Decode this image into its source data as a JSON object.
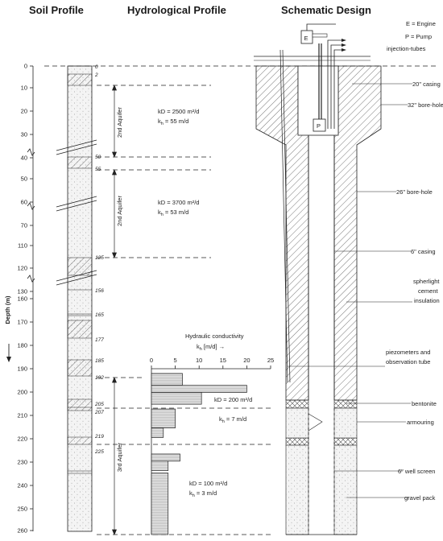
{
  "headers": {
    "soil": "Soil Profile",
    "hydro": "Hydrological Profile",
    "schematic": "Schematic Design"
  },
  "axis": {
    "label": "Depth (m)",
    "ticks": [
      "0",
      "10",
      "20",
      "30",
      "40",
      "50",
      "60",
      "70",
      "110",
      "120",
      "130",
      "160",
      "170",
      "180",
      "190",
      "200",
      "210",
      "220",
      "230",
      "240",
      "250",
      "260"
    ]
  },
  "soil_boundaries": [
    "0",
    "2",
    "50",
    "55",
    "125",
    "156",
    "165",
    "177",
    "185",
    "192",
    "205",
    "207",
    "219",
    "225"
  ],
  "aquifers": [
    {
      "name": "2nd Aquifer",
      "kd": "kD = 2500 m²/d",
      "kh_pre": "k",
      "kh_sub": "h",
      "kh_post": " = 55 m/d"
    },
    {
      "name": "2nd Aquifer",
      "kd": "kD = 3700 m²/d",
      "kh_pre": "k",
      "kh_sub": "h",
      "kh_post": " = 53 m/d"
    },
    {
      "name": "3rd Aquifer",
      "kd": "kD = 200 m²/d",
      "kh_pre": "k",
      "kh_sub": "h",
      "kh_post": " = 7 m/d"
    },
    {
      "name": "",
      "kd": "kD = 100 m²/d",
      "kh_pre": "k",
      "kh_sub": "h",
      "kh_post": " = 3 m/d"
    }
  ],
  "conductivity": {
    "title": "Hydraulic conductivity",
    "unit_pre": "k",
    "unit_sub": "h",
    "unit_post": " [m/d] →",
    "ticks": [
      "0",
      "5",
      "10",
      "15",
      "20",
      "25"
    ]
  },
  "chart_data": {
    "type": "bar",
    "title": "Hydraulic conductivity",
    "xlabel": "kh [m/d]",
    "ylabel": "Depth (m)",
    "xlim": [
      0,
      25
    ],
    "orientation": "horizontal",
    "bars": [
      {
        "from": 192,
        "to": 197,
        "value": 6.5
      },
      {
        "from": 197,
        "to": 200,
        "value": 20
      },
      {
        "from": 200,
        "to": 205,
        "value": 10.5
      },
      {
        "from": 207,
        "to": 215,
        "value": 5
      },
      {
        "from": 215,
        "to": 219,
        "value": 2.5
      },
      {
        "from": 226,
        "to": 229,
        "value": 6
      },
      {
        "from": 229,
        "to": 233,
        "value": 3.5
      },
      {
        "from": 234,
        "to": 260,
        "value": 3.5
      }
    ]
  },
  "legend": {
    "engine": "E = Engine",
    "pump": "P = Pump",
    "tubes": "injection-tubes",
    "e_letter": "E",
    "p_letter": "P"
  },
  "labels": {
    "casing20": "20\" casing",
    "borehole32": "32\" bore-hole",
    "borehole26": "26\" bore-hole",
    "casing6": "6\" casing",
    "cement1": "spherlight",
    "cement2": "cement",
    "cement3": "insulation",
    "piezo1": "piezometers and",
    "piezo2": "observation tube",
    "bentonite": "bentonite",
    "armouring": "armouring",
    "screen": "6\" well screen",
    "gravel": "gravel pack"
  }
}
